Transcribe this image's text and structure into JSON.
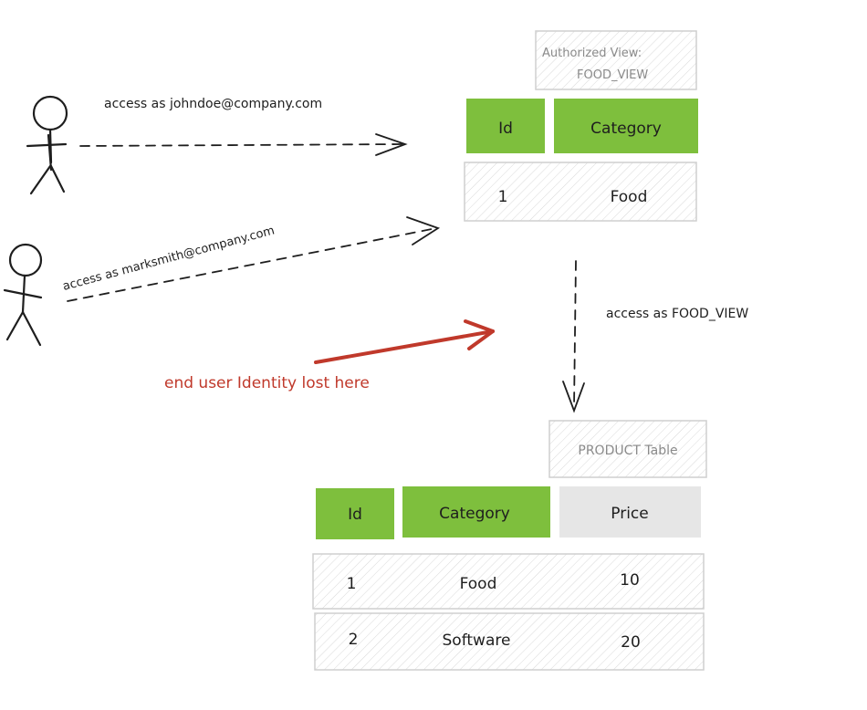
{
  "actors": {
    "user1_label": "access as johndoe@company.com",
    "user2_label": "access as marksmith@company.com"
  },
  "view": {
    "title_line1": "Authorized View:",
    "title_line2": "FOOD_VIEW",
    "headers": [
      "Id",
      "Category"
    ],
    "rows": [
      [
        "1",
        "Food"
      ]
    ]
  },
  "access_label": "access as FOOD_VIEW",
  "identity_note": "end user Identity lost here",
  "product": {
    "title": "PRODUCT Table",
    "headers": [
      "Id",
      "Category",
      "Price"
    ],
    "rows": [
      [
        "1",
        "Food",
        "10"
      ],
      [
        "2",
        "Software",
        "20"
      ]
    ]
  },
  "colors": {
    "green": "#7ebf3d",
    "gray": "#e6e6e6",
    "red": "#c0392b",
    "stroke": "#1e1e1e"
  }
}
